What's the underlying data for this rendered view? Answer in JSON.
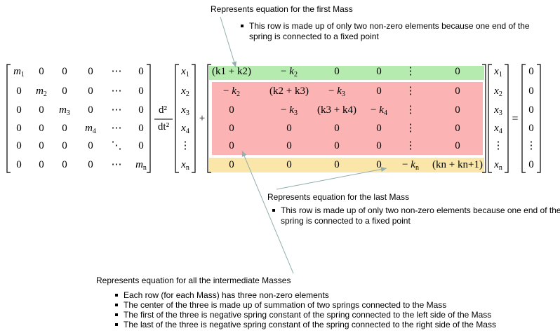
{
  "annotations": {
    "first": {
      "title": "Represents equation for the first Mass",
      "bullets": [
        "This row is made up of only two non-zero elements because one end of the spring is connected to a fixed point"
      ]
    },
    "last": {
      "title": "Represents equation for the last Mass",
      "bullets": [
        "This row is made up of only two non-zero elements because one end of the spring is connected to a fixed point"
      ]
    },
    "intermediate": {
      "title": "Represents equation for all the intermediate Masses",
      "bullets": [
        "Each row (for each Mass) has three non-zero elements",
        "The center of the three is made up of summation of two springs connected to the Mass",
        "The first of the three is negative spring constant of the spring connected to the left side of the Mass",
        "The last of the three is negative spring constant of the spring connected to the right side of the Mass"
      ]
    }
  },
  "equation": {
    "mass_matrix": [
      [
        "m1",
        "0",
        "0",
        "0",
        "⋯",
        "0"
      ],
      [
        "0",
        "m2",
        "0",
        "0",
        "⋯",
        "0"
      ],
      [
        "0",
        "0",
        "m3",
        "0",
        "⋯",
        "0"
      ],
      [
        "0",
        "0",
        "0",
        "m4",
        "⋯",
        "0"
      ],
      [
        "0",
        "0",
        "0",
        "0",
        "⋱",
        "0"
      ],
      [
        "0",
        "0",
        "0",
        "0",
        "⋯",
        "mn"
      ]
    ],
    "derivative_num": "d²",
    "derivative_den": "dt²",
    "x_vector": [
      "x1",
      "x2",
      "x3",
      "x4",
      "⋮",
      "xn"
    ],
    "plus": "+",
    "equals": "=",
    "stiffness_matrix": [
      [
        "(k1 + k2)",
        "− k2",
        "0",
        "0",
        "⋮",
        "0"
      ],
      [
        "− k2",
        "(k2 + k3)",
        "− k3",
        "0",
        "⋮",
        "0"
      ],
      [
        "0",
        "− k3",
        "(k3 + k4)",
        "− k4",
        "⋮",
        "0"
      ],
      [
        "0",
        "0",
        "0",
        "0",
        "⋮",
        "0"
      ],
      [
        "0",
        "0",
        "0",
        "0",
        "⋮",
        "0"
      ],
      [
        "0",
        "0",
        "0",
        "0",
        "− kn",
        "(kn + kn+1)"
      ]
    ],
    "zero_vector": [
      "0",
      "0",
      "0",
      "0",
      "⋮",
      "0"
    ]
  },
  "colors": {
    "first_row": "#b6ebb0",
    "middle_rows": "#fcb3b3",
    "last_row": "#f9e6a8",
    "arrow": "#93aeae"
  }
}
